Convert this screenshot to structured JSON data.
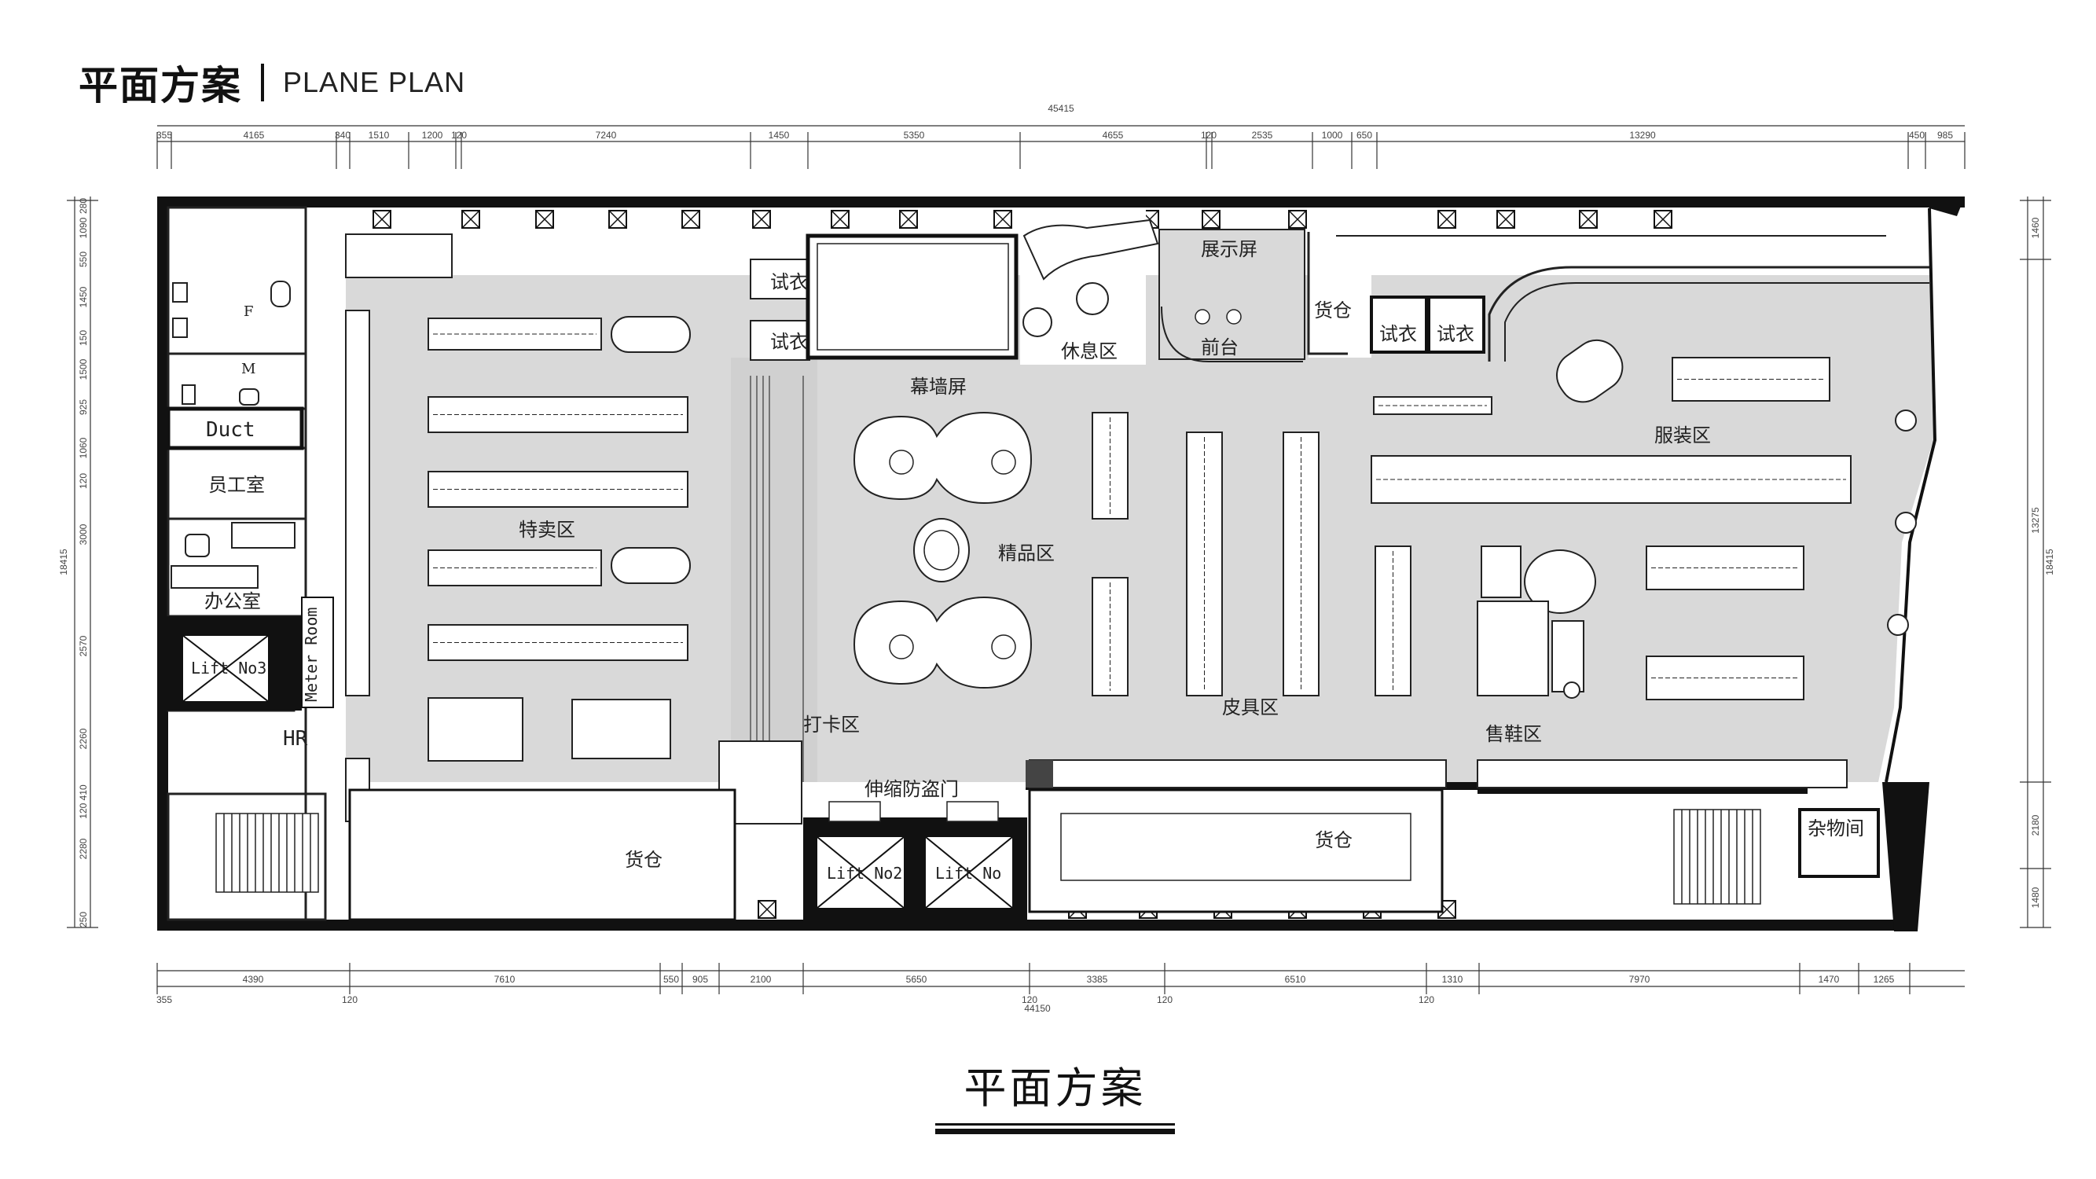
{
  "header": {
    "title_cn": "平面方案",
    "title_en": "PLANE PLAN"
  },
  "caption": "平面方案",
  "dimensions": {
    "top_total": "45415",
    "top_segments": [
      "355",
      "4165",
      "340",
      "1510",
      "1200",
      "120",
      "7240",
      "1450",
      "5350",
      "4655",
      "120",
      "2535",
      "1000",
      "650",
      "13290",
      "450",
      "985"
    ],
    "bottom_segments_upper": [
      "4390",
      "7610",
      "550",
      "905",
      "2100",
      "5650",
      "3385",
      "6510",
      "1310",
      "7970",
      "1470",
      "1265"
    ],
    "bottom_segments_lower": [
      "355",
      "120",
      "120",
      "120",
      "120"
    ],
    "bottom_total": "44150",
    "left_total": "18415",
    "left_segments": [
      "280",
      "1090",
      "550",
      "1450",
      "150",
      "1500",
      "925",
      "1060",
      "120",
      "3000",
      "2570",
      "2260",
      "120 410",
      "2280",
      "250"
    ],
    "right_total": "18415",
    "right_segments": [
      "1460",
      "13275",
      "2180",
      "1480"
    ]
  },
  "rooms": {
    "fitting1": "试衣",
    "fitting2": "试衣",
    "fitting3": "试衣",
    "fitting4": "试衣",
    "display_screen": "展示屏",
    "front_desk": "前台",
    "rest_area": "休息区",
    "curtain_screen": "幕墙屏",
    "storage_top": "货仓",
    "clothing_area": "服装区",
    "sale_area": "特卖区",
    "boutique_area": "精品区",
    "leather_area": "皮具区",
    "shoe_area": "售鞋区",
    "checkin_area": "打卡区",
    "security_door": "伸缩防盗门",
    "storage_left": "货仓",
    "storage_right": "货仓",
    "misc_room": "杂物间",
    "staff_room": "员工室",
    "office": "办公室",
    "toilet_f": "F",
    "toilet_m": "M",
    "duct": "Duct",
    "meter_room": "Meter Room",
    "hr": "HR",
    "lift3": "Lift No3",
    "lift2": "Lift No2",
    "lift1": "Lift No"
  },
  "colors": {
    "floor": "#dadada",
    "wall": "#111111",
    "line": "#222222"
  }
}
